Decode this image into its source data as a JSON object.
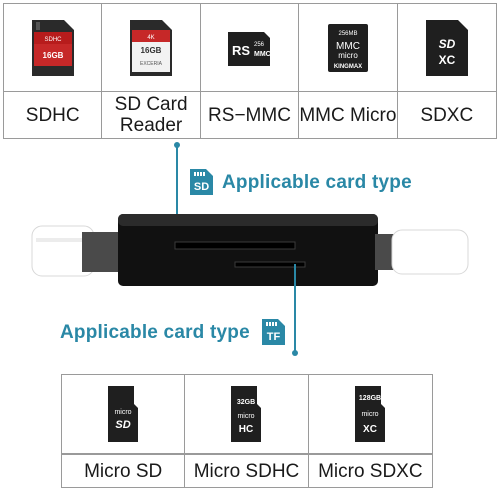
{
  "top_cards": [
    {
      "name": "SDHC",
      "label": "SDHC",
      "card_texts": [
        "SDHC",
        "16GB"
      ]
    },
    {
      "name": "SD Card Reader",
      "label": "SD Card\nReader",
      "card_texts": [
        "4K",
        "16GB",
        "EXCERIA"
      ]
    },
    {
      "name": "RS-MMC",
      "label": "RS−MMC",
      "card_texts": [
        "RS",
        "256",
        "MMC"
      ]
    },
    {
      "name": "MMC Micro",
      "label": "MMC Micro",
      "card_texts": [
        "256MB",
        "MMC",
        "micro",
        "KINGMAX"
      ]
    },
    {
      "name": "SDXC",
      "label": "SDXC",
      "card_texts": [
        "SD",
        "XC"
      ]
    }
  ],
  "sd_label": {
    "text": "Applicable card type",
    "badge": "SD"
  },
  "tf_label": {
    "text": "Applicable card type",
    "badge": "TF"
  },
  "bottom_cards": [
    {
      "name": "Micro SD",
      "label": "Micro SD",
      "card_texts": [
        "micro",
        "SD"
      ]
    },
    {
      "name": "Micro SDHC",
      "label": "Micro SDHC",
      "card_texts": [
        "32GB",
        "micro",
        "HC"
      ]
    },
    {
      "name": "Micro SDXC",
      "label": "Micro SDXC",
      "card_texts": [
        "128GB",
        "micro",
        "XC"
      ]
    }
  ],
  "colors": {
    "accent": "#2a88a6",
    "card": "#1b1b1b",
    "reader_body": "#121212",
    "usb_plug": "#ffffff"
  }
}
